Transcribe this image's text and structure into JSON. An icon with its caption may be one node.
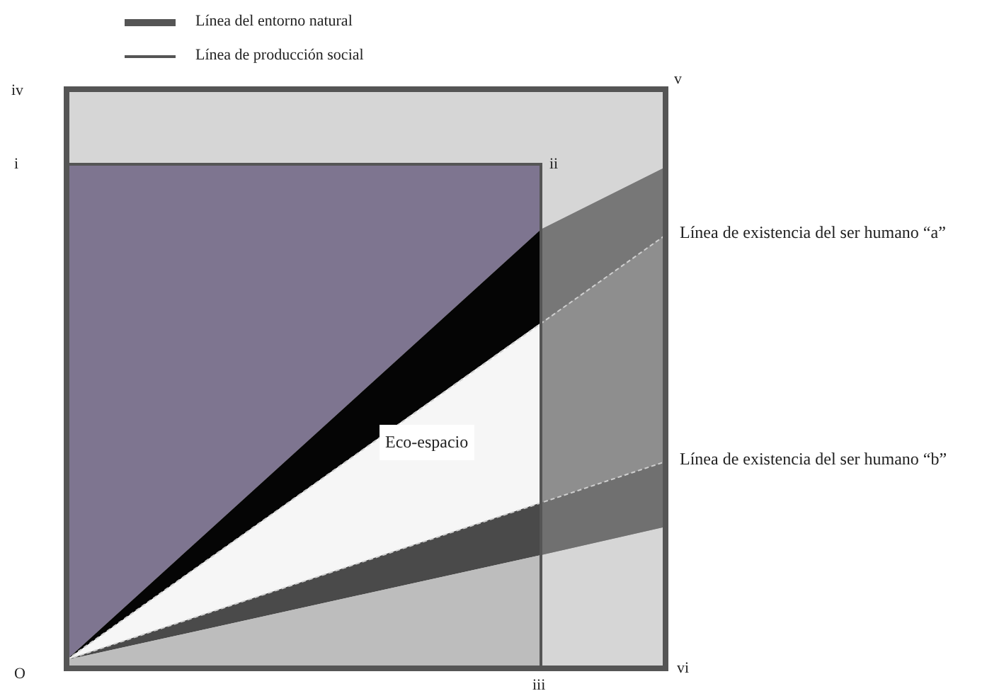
{
  "diagram": {
    "labels": [
      "iv",
      "v",
      "i",
      "ii",
      "Línea de existencia del ser humano “a”",
      "Eco-espacio",
      "Línea de existencia del ser humano “b”",
      "O",
      "vi",
      "iii"
    ],
    "legend": [
      {
        "text": "Línea del entorno natural"
      },
      {
        "text": "Línea de producción social"
      }
    ]
  }
}
